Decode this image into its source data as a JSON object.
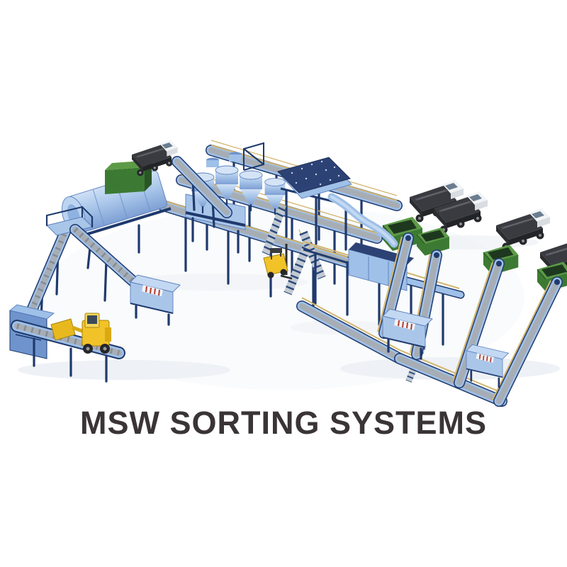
{
  "title": {
    "text": "MSW SORTING SYSTEMS"
  },
  "palette": {
    "bg": "#ffffff",
    "title-color": "#3a3437",
    "machine-blue-light": "#a9c6e9",
    "machine-blue": "#9fc0e8",
    "machine-blue-mid": "#6f94cd",
    "frame-navy": "#1f3a6d",
    "navy-deep": "#2d4274",
    "belt-gray": "#a7adb4",
    "railing-tan": "#d3b56d",
    "bunker-green": "#3c7a33",
    "bunker-green-light": "#5d9a47",
    "vehicle-yellow": "#f2c328",
    "truck-bed-dark": "#3a3b40",
    "truck-cab-white": "#f2f4f6",
    "roller-red": "#b0392e",
    "shadow": "#eef1f5"
  },
  "scene": {
    "alt": "Isometric 3D rendering of a municipal solid waste sorting plant",
    "components": [
      "wheel-loader",
      "chain-feeder-conveyor",
      "shredder",
      "steep-incline-conveyor",
      "transfer-platform",
      "trommel-screen",
      "green-feed-hopper",
      "collection-truck",
      "elevated-sorting-conveyors",
      "cyclone-separators",
      "ballistic-separator",
      "discharge-chute",
      "access-stairs",
      "baler-press",
      "forklift",
      "eddy-current-separators",
      "output-conveyors",
      "green-output-bunkers",
      "haul-trucks"
    ]
  }
}
